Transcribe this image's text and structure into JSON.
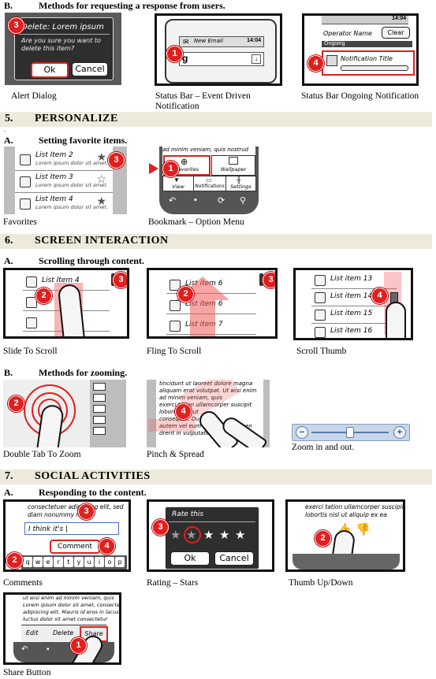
{
  "section_b_request": {
    "letter": "B.",
    "text": "Methods for requesting a response from users."
  },
  "alert_dialog": {
    "caption": "Alert Dialog",
    "title": "Delete: Lorem ipsum",
    "body": "Are you sure you want to delete this item?",
    "ok": "Ok",
    "cancel": "Cancel",
    "marker": "3"
  },
  "status_event": {
    "caption_line1": "Status Bar – Event Driven",
    "caption_line2": "Notification",
    "status_text": "New Email",
    "time": "14:04",
    "marker": "1"
  },
  "status_ongoing": {
    "caption": "Status Bar Ongoing Notification",
    "operator": "Operator Name",
    "clear": "Clear",
    "ongoing": "Ongoing",
    "notif_title": "Notification Title",
    "time": "14:04",
    "marker": "4"
  },
  "sec5": {
    "num": "5.",
    "title": "PERSONALIZE"
  },
  "sec5_a": {
    "letter": "A.",
    "text": "Setting favorite items."
  },
  "favorites": {
    "caption": "Favorites",
    "items": [
      {
        "title": "List Item 2",
        "sub": "Lorem ipsum dolor sit amet."
      },
      {
        "title": "List Item 3",
        "sub": "Lorem ipsum dolor sit amet."
      },
      {
        "title": "List Item 4",
        "sub": "Lorem ipsum dolor sit amet."
      }
    ],
    "marker": "3"
  },
  "bookmark": {
    "caption": "Bookmark – Option Menu",
    "top_text": "ad minim veniam, quis nostrud",
    "menu": [
      "Favorites",
      "Wallpaper",
      "View",
      "Notifications",
      "Settings"
    ],
    "marker": "1"
  },
  "sec6": {
    "num": "6.",
    "title": "SCREEN INTERACTION"
  },
  "sec6_a": {
    "letter": "A.",
    "text": "Scrolling through content."
  },
  "slide_scroll": {
    "caption": "Slide To Scroll",
    "items": [
      "List Item 4",
      "",
      ""
    ],
    "marker_finger": "2",
    "marker_bar": "3"
  },
  "fling_scroll": {
    "caption": "Fling To Scroll",
    "items": [
      "List item 6",
      "List item 6",
      "List item 7"
    ],
    "marker_finger": "2",
    "marker_bar": "3"
  },
  "scroll_thumb": {
    "caption": "Scroll Thumb",
    "items": [
      "List item 13",
      "List item 14",
      "List item 15",
      "List item 16"
    ],
    "marker": "4"
  },
  "sec6_b": {
    "letter": "B.",
    "text": "Methods for zooming."
  },
  "double_tap": {
    "caption": "Double Tab To Zoom",
    "marker": "2"
  },
  "pinch": {
    "caption": "Pinch & Spread",
    "lines": [
      "tincidunt ut laoreet dolore magna",
      "aliquam erat volutpat. Ut wisi enim",
      "ad minim veniam, quis",
      "exerci tation ullamcorper suscipit",
      "lobortis nisl ut",
      "consequat. Duis",
      "autem vel eum iriure dolor in hen",
      "drerit in vulputate velit esse"
    ],
    "marker": "4"
  },
  "zoom_bar": {
    "caption": "Zoom in and out.",
    "minus": "−",
    "plus": "+",
    "level": 0.5
  },
  "sec7": {
    "num": "7.",
    "title": "SOCIAL ACTIVITIES"
  },
  "sec7_a": {
    "letter": "A.",
    "text": "Responding to the content."
  },
  "comments": {
    "caption": "Comments",
    "text1": "consectetuer adipiscing elit, sed",
    "text2": "diam nonummy nibh",
    "input": "I think it's |",
    "button": "Comment",
    "keys": [
      "q",
      "w",
      "e",
      "r",
      "t",
      "y",
      "u",
      "i",
      "o",
      "p"
    ],
    "marker_input": "3",
    "marker_button": "4",
    "marker_keyboard": "2"
  },
  "rating": {
    "caption": "Rating – Stars",
    "title": "Rate this",
    "ok": "Ok",
    "cancel": "Cancel",
    "stars": 5,
    "selected": 2,
    "marker": "3"
  },
  "thumbs": {
    "caption": "Thumb Up/Down",
    "text1": "exerci tation ullamcorper suscipit",
    "text2": "lobortis nisl ut aliquip ex ea",
    "marker": "2"
  },
  "share": {
    "caption": "Share Button",
    "lines": [
      "ut wisi enim ad minim veniam, quis",
      "Lorem ipsum dolor sit amet, consectetur",
      "adipiscing elit. Mauris id eros in lacus",
      "luctus dolor sit amet consectetur"
    ],
    "edit": "Edit",
    "delete": "Delete",
    "share": "Share",
    "marker": "1"
  }
}
